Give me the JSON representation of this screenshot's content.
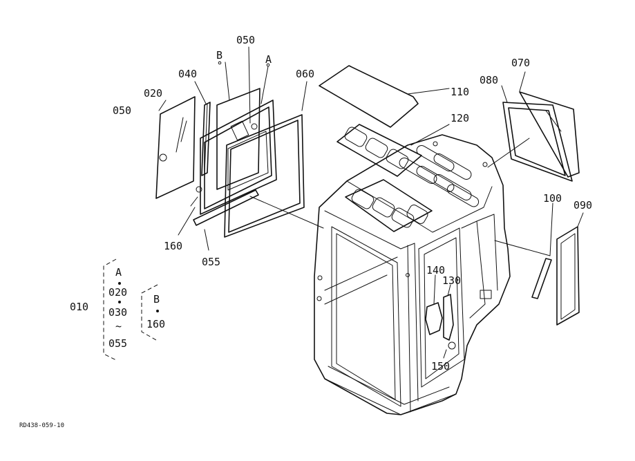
{
  "part_labels": {
    "p010": "010",
    "p020": "020",
    "p040": "040",
    "p050a": "050",
    "p050b": "050",
    "p055": "055",
    "p060": "060",
    "p070": "070",
    "p080": "080",
    "p090": "090",
    "p100": "100",
    "p110": "110",
    "p120": "120",
    "p130": "130",
    "p140": "140",
    "p150": "150",
    "p160": "160",
    "ref_a": "A",
    "ref_b": "B"
  },
  "legend": {
    "group_a": {
      "title": "A",
      "items": [
        "020",
        "030",
        "055"
      ],
      "range_mark": "~"
    },
    "group_b": {
      "title": "B",
      "items": [
        "160"
      ]
    },
    "group_label": "010"
  },
  "drawing_code": "RD438-059-10"
}
